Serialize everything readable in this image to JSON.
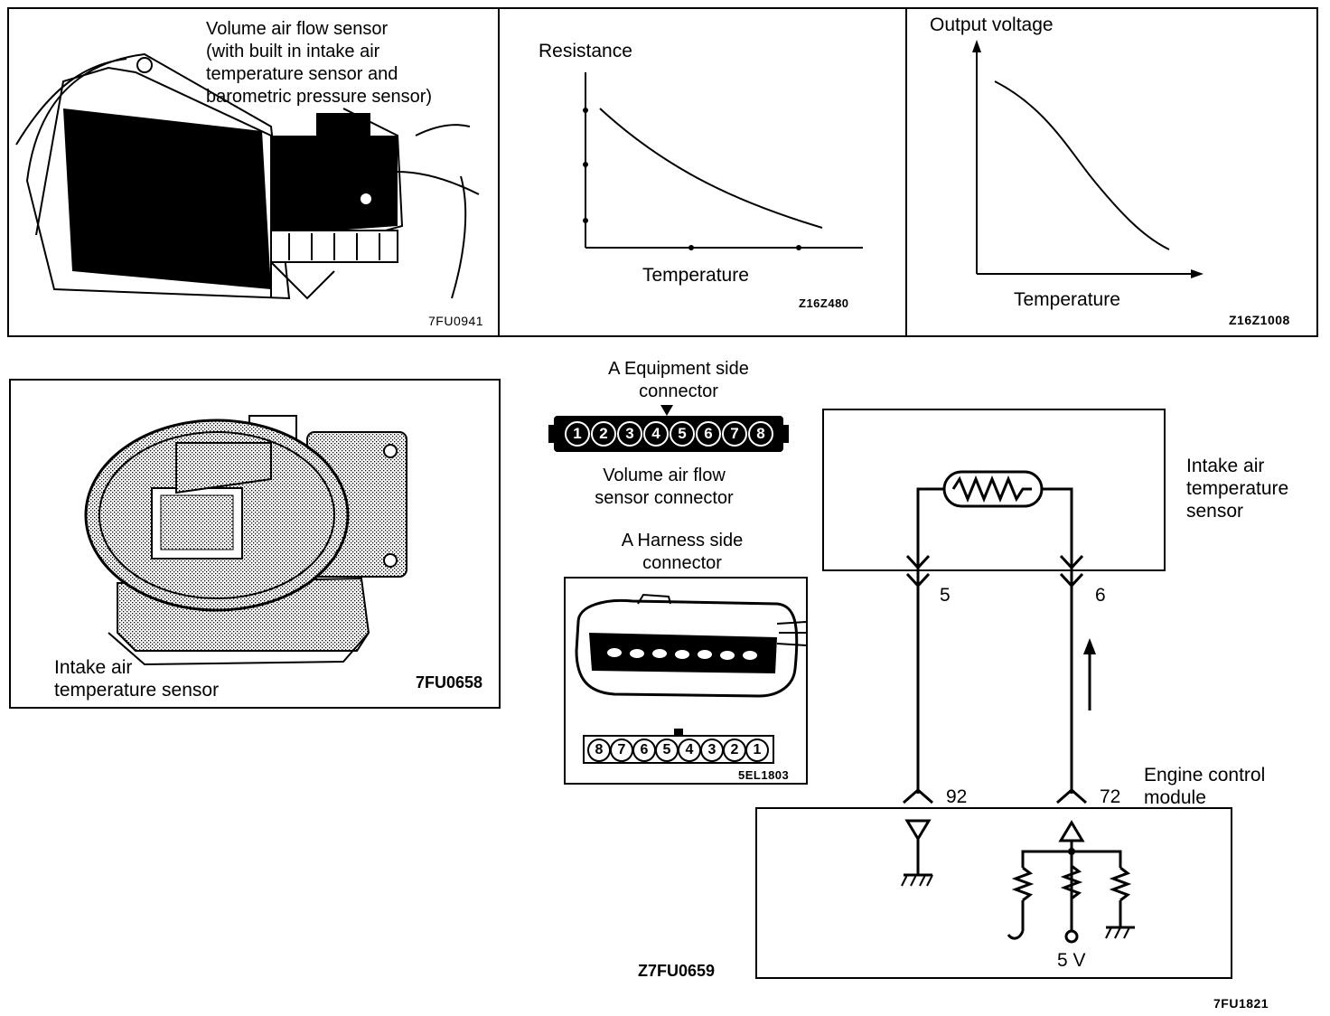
{
  "panel_sensor_photo": {
    "label": "Volume air flow sensor\n(with built in intake air\ntemperature sensor and\nbarometric pressure sensor)",
    "code": "7FU0941"
  },
  "graph_resistance": {
    "ylabel": "Resistance",
    "xlabel": "Temperature",
    "code": "Z16Z480"
  },
  "graph_output_voltage": {
    "ylabel": "Output voltage",
    "xlabel": "Temperature",
    "code": "Z16Z1008"
  },
  "panel_intake_sensor": {
    "label": "Intake air\ntemperature sensor",
    "code": "7FU0658"
  },
  "equipment_connector": {
    "title": "A  Equipment  side\nconnector",
    "pins": [
      "1",
      "2",
      "3",
      "4",
      "5",
      "6",
      "7",
      "8"
    ],
    "caption": "Volume  air  flow\nsensor connector"
  },
  "harness_connector": {
    "title": "A  Harness side\nconnector",
    "pins": [
      "8",
      "7",
      "6",
      "5",
      "4",
      "3",
      "2",
      "1"
    ],
    "code": "5EL1803"
  },
  "circuit": {
    "sensor_label": "Intake air\ntemperature\nsensor",
    "terminal_left": "5",
    "terminal_right": "6",
    "ecm_terminal_left": "92",
    "ecm_terminal_right": "72",
    "ecm_label": "Engine  control\nmodule",
    "voltage_label": "5  V",
    "code_left": "Z7FU0659",
    "code_bottom": "7FU1821"
  },
  "colors": {
    "ink": "#000000",
    "paper": "#ffffff"
  }
}
